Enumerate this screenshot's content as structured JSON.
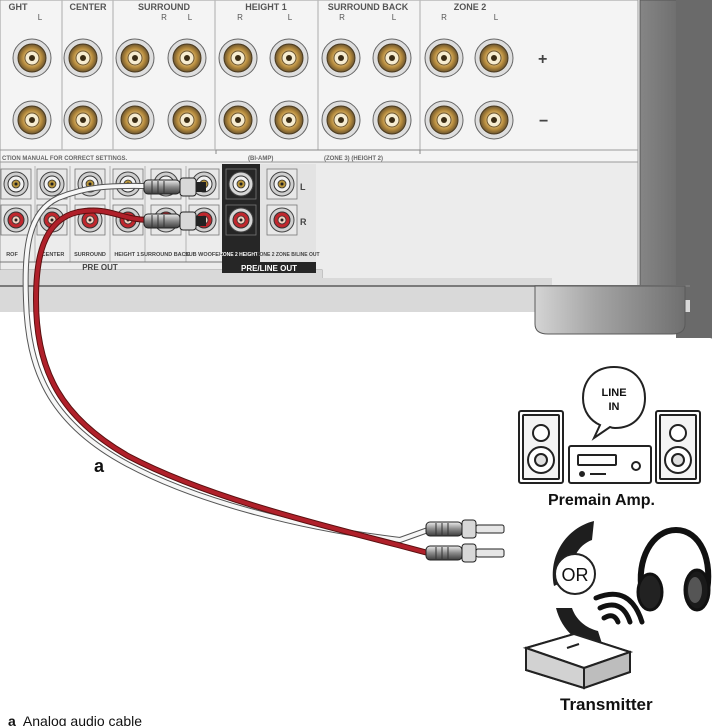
{
  "panel": {
    "headers": [
      "GHT",
      "CENTER",
      "SURROUND",
      "HEIGHT 1",
      "SURROUND BACK",
      "ZONE 2"
    ],
    "sub_labels": [
      "L",
      "R",
      "L",
      "R",
      "L",
      "R",
      "L",
      "R",
      "L"
    ],
    "plus_sign": "+",
    "minus_sign": "−",
    "manual_note": "CTION MANUAL FOR CORRECT SETTINGS.",
    "biamp_label": "(BI-AMP)",
    "zone_height_note": "(ZONE 3) (HEIGHT 2)",
    "preout_col_labels": [
      "ROF",
      "CENTER",
      "SURROUND",
      "HEIGHT 1",
      "SURROUND BACK",
      "SUB WOOFER"
    ],
    "zone2_height2": "ZONE 2 HEIGHT 2",
    "zone2_preline": "ZONE 2 ZONE B/LINE OUT",
    "pre_out": "PRE OUT",
    "pre_line_out": "PRE/LINE OUT",
    "jack_l": "L",
    "jack_r": "R"
  },
  "cable_label": "a",
  "devices": {
    "premain_label": "Premain Amp.",
    "bubble_line1": "LINE",
    "bubble_line2": "IN",
    "or_text": "OR",
    "transmitter_label": "Transmitter"
  },
  "legend": {
    "key": "a",
    "text": "Analog audio cable"
  },
  "colors": {
    "cable_red": "#b0202a",
    "cable_white": "#f4f4f4",
    "panel_bg": "#f3f3f3",
    "chassis": "#8e8e8e",
    "jack_ring": "#c9a35c"
  }
}
